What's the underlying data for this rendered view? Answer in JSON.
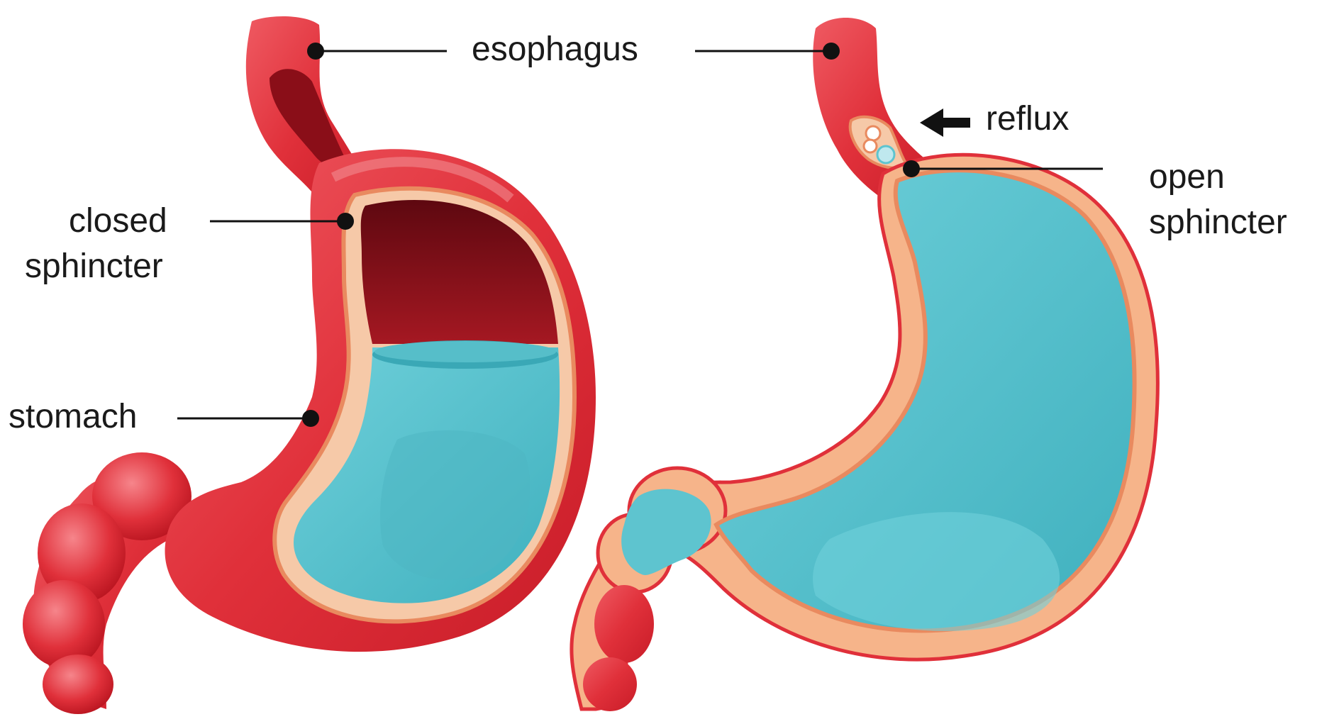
{
  "labels": {
    "esophagus": "esophagus",
    "closed_sphincter_line1": "closed",
    "closed_sphincter_line2": "sphincter",
    "stomach": "stomach",
    "reflux": "reflux",
    "open_sphincter_line1": "open",
    "open_sphincter_line2": "sphincter"
  },
  "colors": {
    "stomach_wall": "#e0303a",
    "stomach_wall_dark": "#b8141f",
    "stomach_highlight": "#f07a80",
    "interior_dark": "#7a0c14",
    "lining": "#f6c9a8",
    "lining_edge": "#e98a5f",
    "fluid": "#5ec4cf",
    "fluid_dark": "#3aa8b6",
    "ink": "#111111"
  }
}
